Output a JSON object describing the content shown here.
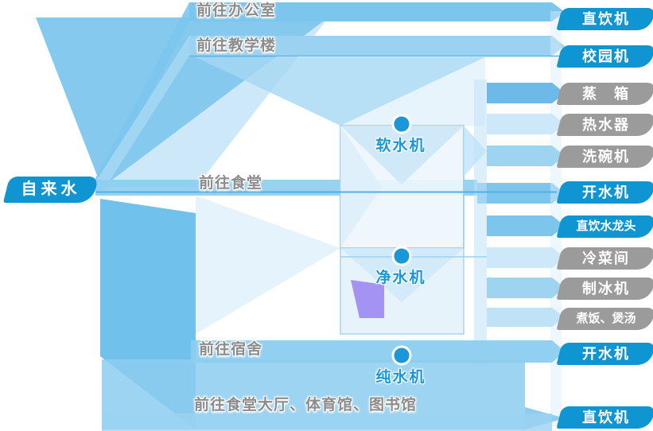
{
  "diagram": {
    "source": {
      "label": "自来水"
    },
    "branches": [
      {
        "label": "前往办公室"
      },
      {
        "label": "前往教学楼"
      },
      {
        "label": "前往食堂"
      },
      {
        "label": "前往宿舍"
      },
      {
        "label": "前往食堂大厅、体育馆、图书馆"
      }
    ],
    "devices": [
      {
        "label": "软水机"
      },
      {
        "label": "净水机"
      },
      {
        "label": "纯水机"
      }
    ],
    "outputs": [
      {
        "label": "直饮机",
        "type": "blue"
      },
      {
        "label": "校园机",
        "type": "blue"
      },
      {
        "label": "蒸　箱",
        "type": "gray"
      },
      {
        "label": "热水器",
        "type": "gray"
      },
      {
        "label": "洗碗机",
        "type": "gray"
      },
      {
        "label": "开水机",
        "type": "blue"
      },
      {
        "label": "直饮水龙头",
        "type": "blue"
      },
      {
        "label": "冷菜间",
        "type": "gray"
      },
      {
        "label": "制冰机",
        "type": "gray"
      },
      {
        "label": "煮饭、煲汤",
        "type": "gray"
      },
      {
        "label": "开水机",
        "type": "blue"
      },
      {
        "label": "直饮机",
        "type": "blue"
      }
    ],
    "colors": {
      "pill_blue": "#1095d3",
      "pill_gray": "#9b9b9b",
      "device_text": "#1b96d6",
      "branch_text": "#8c8c8c",
      "node_dot": "#1b96d6",
      "arrow_medium": "#7cc6ee",
      "arrow_light": "#bfe2f7",
      "accent_purple": "#a493f3"
    }
  }
}
